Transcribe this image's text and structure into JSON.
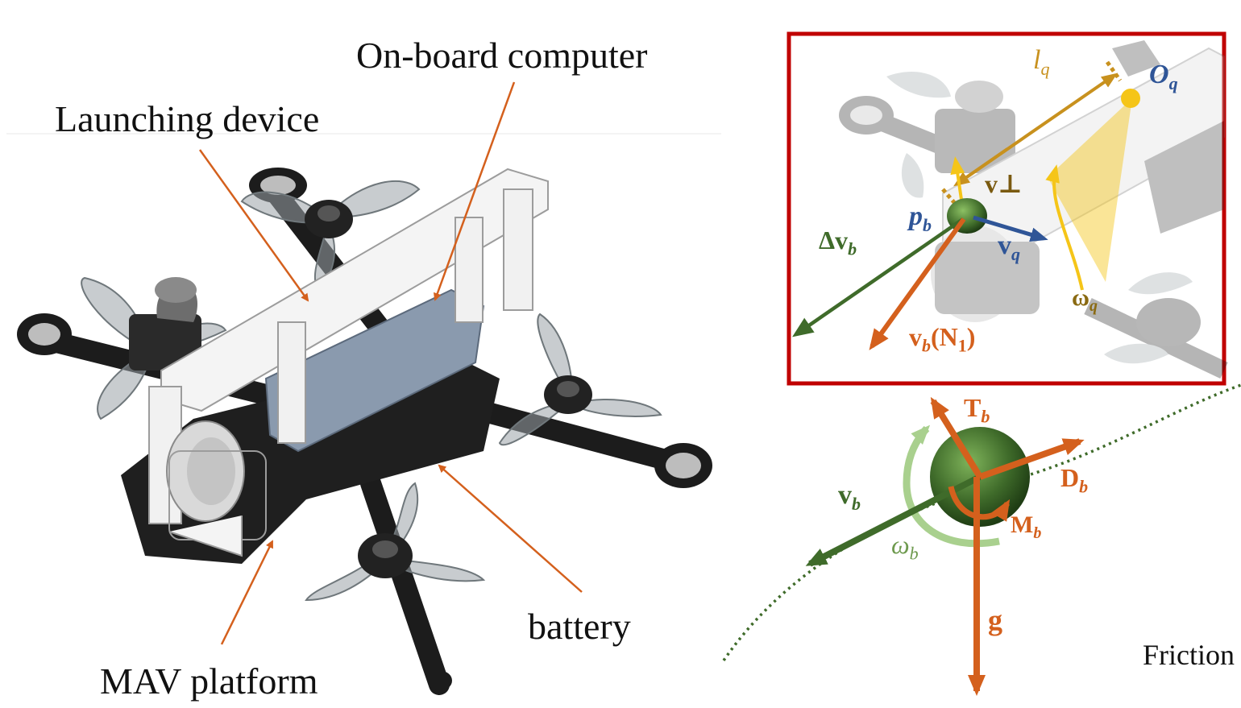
{
  "labels": {
    "onboard_computer": "On-board computer",
    "launching_device": "Launching device",
    "battery": "battery",
    "mav_platform": "MAV platform",
    "friction": "Friction"
  },
  "inset_symbols": {
    "l_q_base": "l",
    "l_q_sub": "q",
    "o_q_base": "O",
    "o_q_sub": "q",
    "v_perp": "v⊥",
    "p_b_base": "p",
    "p_b_sub": "b",
    "delta_v_b_base": "Δv",
    "delta_v_b_sub": "b",
    "v_q_base": "v",
    "v_q_sub": "q",
    "omega_q_base": "ω",
    "omega_q_sub": "q",
    "v_b_n1_base": "v",
    "v_b_n1_sub": "b",
    "v_b_n1_args": "(N",
    "v_b_n1_argsub": "1",
    "v_b_n1_close": ")"
  },
  "force_symbols": {
    "t_b_base": "T",
    "t_b_sub": "b",
    "d_b_base": "D",
    "d_b_sub": "b",
    "v_b_base": "v",
    "v_b_sub": "b",
    "omega_b_base": "ω",
    "omega_b_sub": "b",
    "m_b_base": "M",
    "m_b_sub": "b",
    "g": "g"
  },
  "colors": {
    "orange": "#d4601d",
    "dark_green": "#3f6b2a",
    "light_green": "#a9d08e",
    "blue": "#2f5597",
    "gold": "#c8911e",
    "yellow": "#f5c518",
    "red_frame": "#c00000"
  }
}
